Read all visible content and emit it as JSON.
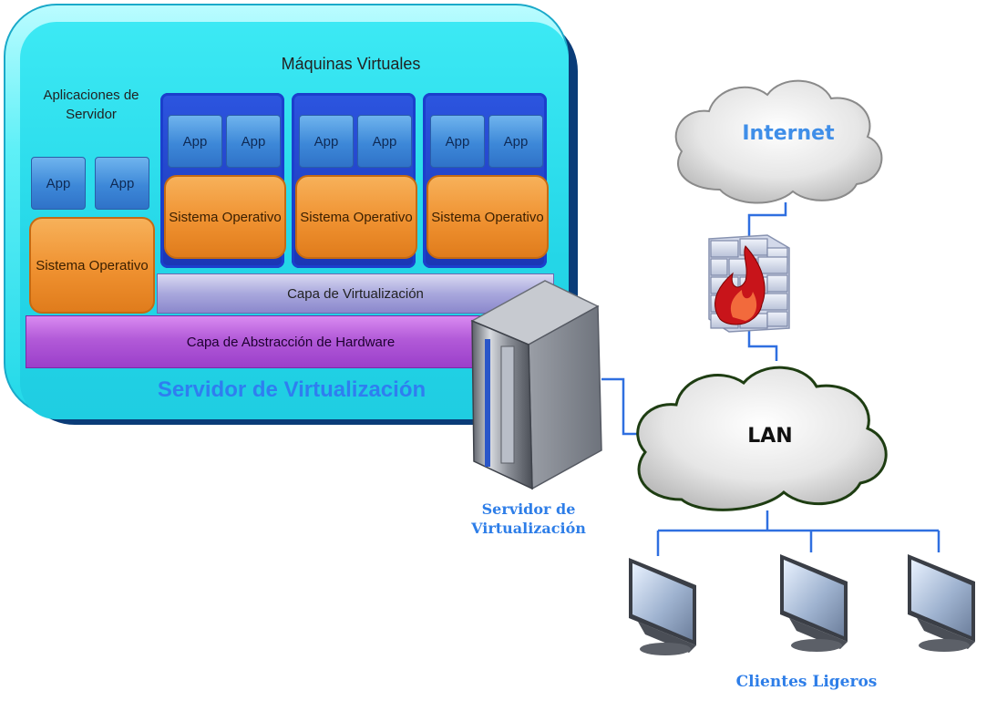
{
  "virtualization_stack": {
    "vm_title": "Máquinas Virtuales",
    "server_apps_title": "Aplicaciones de Servidor",
    "server_apps": [
      {
        "app1": "App",
        "app2": "App",
        "os": "Sistema Operativo"
      }
    ],
    "vms": [
      {
        "app1": "App",
        "app2": "App",
        "os": "Sistema Operativo"
      },
      {
        "app1": "App",
        "app2": "App",
        "os": "Sistema Operativo"
      },
      {
        "app1": "App",
        "app2": "App",
        "os": "Sistema Operativo"
      }
    ],
    "virtualization_layer": "Capa de Virtualización",
    "hardware_layer": "Capa de Abstracción de Hardware",
    "panel_caption": "Servidor de Virtualización"
  },
  "network": {
    "internet": "Internet",
    "lan": "LAN",
    "server_label": "Servidor de Virtualización",
    "clients_label": "Clientes Ligeros"
  },
  "colors": {
    "panel_cyan": "#24d6e7",
    "vm_blue": "#1a36b5",
    "os_orange": "#ef9130",
    "virt_layer_lavender": "#a9a8dd",
    "hal_purple": "#b25ad8",
    "caption_blue": "#2f7ef0",
    "wire_blue": "#2f6fe0"
  }
}
